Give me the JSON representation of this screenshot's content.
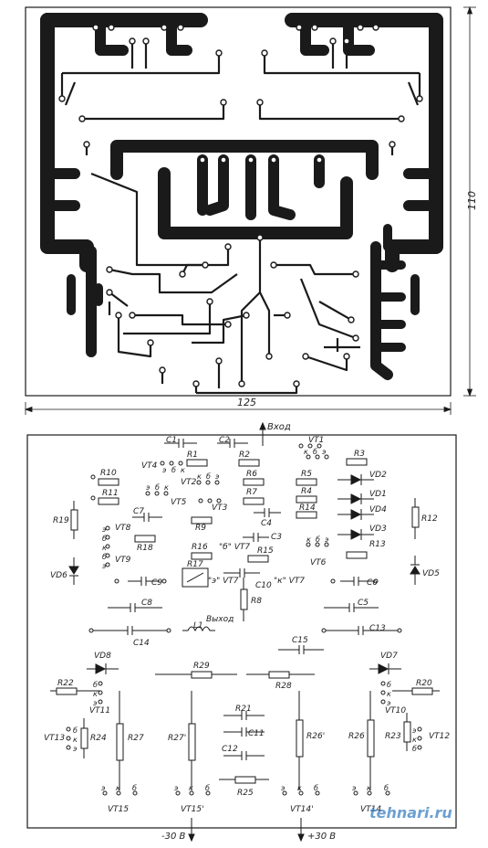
{
  "colors": {
    "ink": "#1a1a1a",
    "paper": "#ffffff",
    "watermark": "#3b7fc4"
  },
  "pcb": {
    "width_label": "125",
    "height_label": "110"
  },
  "schematic": {
    "top_label": "Вход",
    "bottom_left_label": "-30 В",
    "bottom_right_label": "+30 В",
    "output_label": "Выход",
    "watermark": "tehnari.ru",
    "components": [
      "C1",
      "C2",
      "R1",
      "R2",
      "VT4",
      "VT1",
      "R3",
      "R10",
      "R6",
      "R5",
      "VD2",
      "VT2",
      "R11",
      "R7",
      "R4",
      "VD1",
      "VT5",
      "VD4",
      "C7",
      "C4",
      "R14",
      "R19",
      "VT8",
      "R9",
      "VD3",
      "R12",
      "VT3",
      "C3",
      "R18",
      "R13",
      "R16",
      "\"б\" VT7",
      "R15",
      "VD6",
      "VT9",
      "R17",
      "VT6",
      "VD5",
      "C9",
      "\"э\" VT7",
      "C10",
      "\"к\" VT7",
      "C6",
      "R8",
      "C8",
      "C5",
      "Выход",
      "L1",
      "C14",
      "C13",
      "C15",
      "VD8",
      "VD7",
      "R29",
      "R28",
      "R22",
      "R20",
      "VT11",
      "VT10",
      "R21",
      "C11",
      "VT13",
      "R24",
      "R27",
      "R27'",
      "R26'",
      "R26",
      "R23",
      "VT12",
      "C12",
      "R25",
      "VT15",
      "VT15'",
      "VT14'",
      "VT14"
    ],
    "pins": [
      "э",
      "б",
      "к"
    ]
  }
}
